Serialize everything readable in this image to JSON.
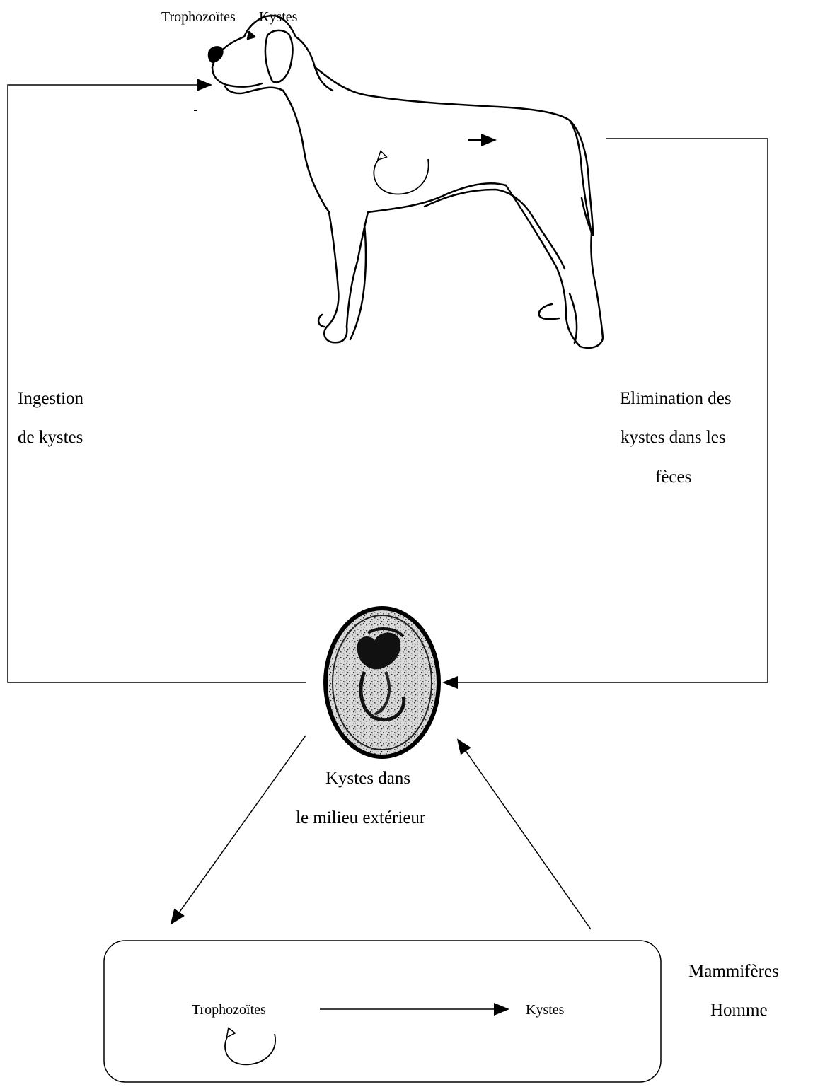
{
  "dog_labels": {
    "trophozoites": "Trophozoïtes",
    "kystes": "Kystes"
  },
  "ingestion": {
    "line1": "Ingestion",
    "line2": "de kystes"
  },
  "elimination": {
    "line1": "Elimination des",
    "line2": "kystes dans les",
    "line3": "fèces"
  },
  "cyst_label": {
    "line1": "Kystes dans",
    "line2": "le milieu extérieur"
  },
  "mammal_box": {
    "left_label": "Trophozoïtes",
    "right_label": "Kystes"
  },
  "hosts": {
    "line1": "Mammifères",
    "line2": "Homme"
  }
}
